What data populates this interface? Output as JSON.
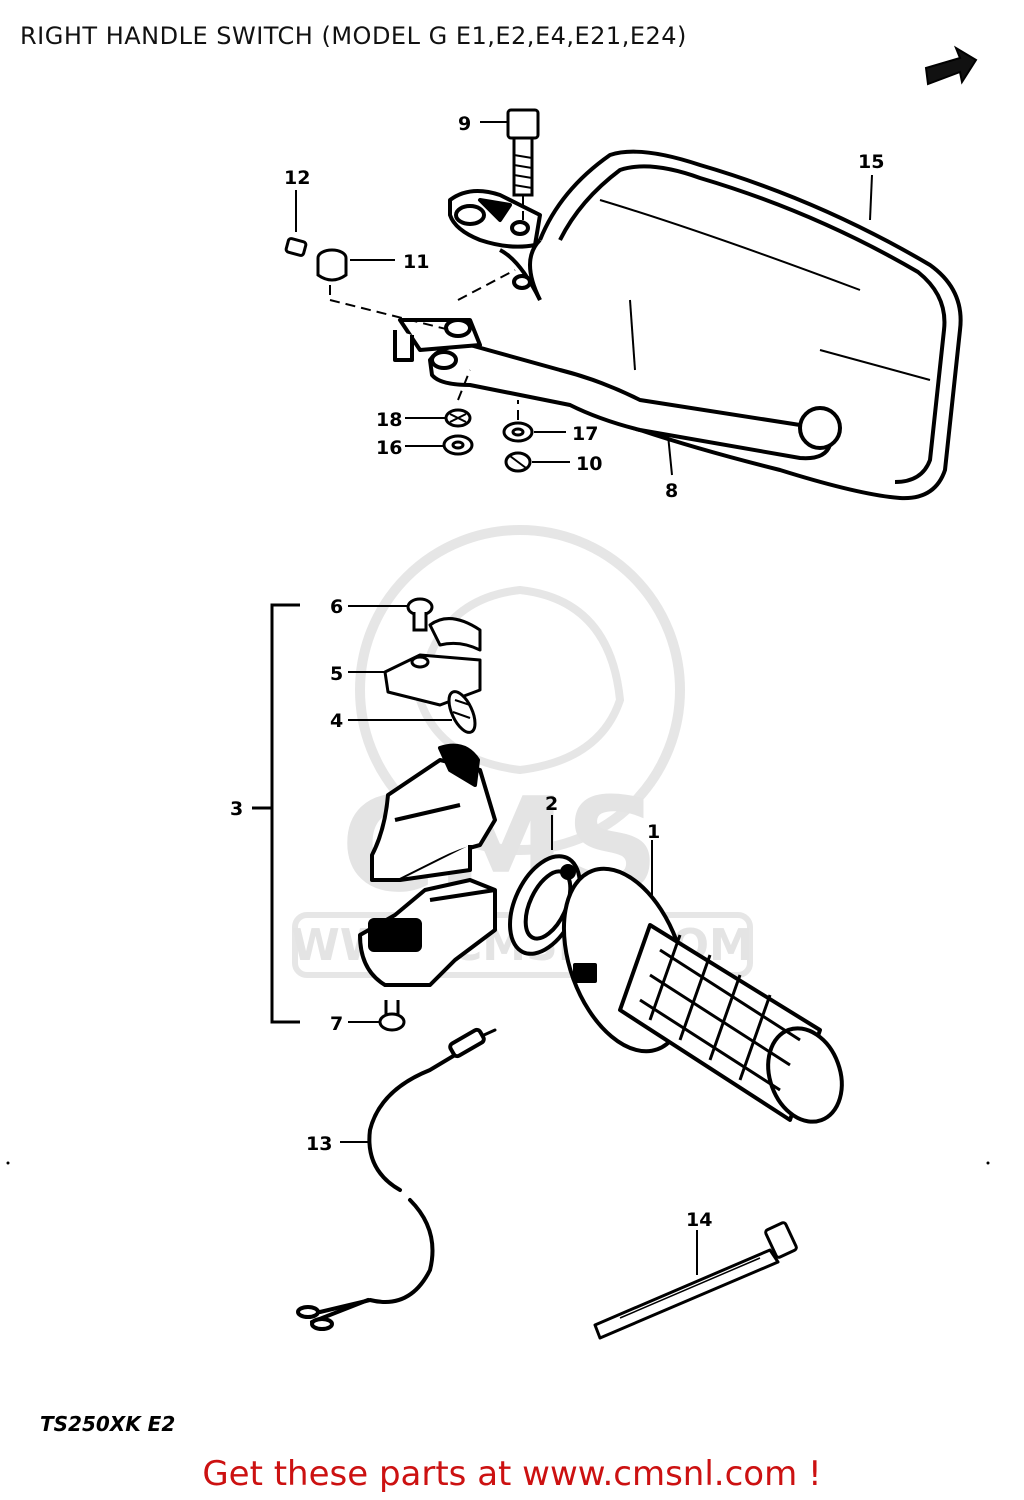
{
  "header": {
    "title": "RIGHT HANDLE SWITCH (MODEL G E1,E2,E4,E21,E24)"
  },
  "footer": {
    "model_code": "TS250XK E2",
    "promo_text": "Get these parts at www.cmsnl.com !",
    "promo_color": "#cc1111"
  },
  "watermark": {
    "logo_text": "CMS",
    "url_text": "WWW.CMSNL.COM",
    "color": "#e4e4e4"
  },
  "icons": {
    "direction_arrow": "forward-arrow-icon"
  },
  "callouts": {
    "c1": "1",
    "c2": "2",
    "c3": "3",
    "c4": "4",
    "c5": "5",
    "c6": "6",
    "c7": "7",
    "c8": "8",
    "c9": "9",
    "c10": "10",
    "c11": "11",
    "c12": "12",
    "c13": "13",
    "c14": "14",
    "c15": "15",
    "c16": "16",
    "c17": "17",
    "c18": "18"
  }
}
